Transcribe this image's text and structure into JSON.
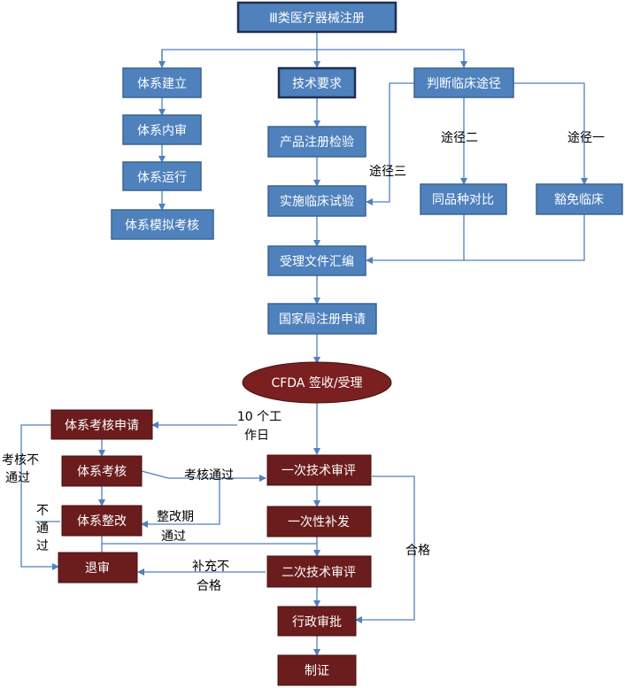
{
  "top": {
    "title": "Ⅲ类医疗器械注册"
  },
  "blue_boxes": {
    "system_build": "体系建立",
    "internal_audit": "体系内审",
    "system_run": "体系运行",
    "mock_assess": "体系模拟考核",
    "tech_req": "技术要求",
    "product_test": "产品注册检验",
    "clinical_trial": "实施临床试验",
    "judge_path": "判断临床途径",
    "same_compare": "同品种对比",
    "exempt": "豁免临床",
    "compile": "受理文件汇编",
    "apply": "国家局注册申请"
  },
  "path_labels": {
    "path3": "途径三",
    "path2": "途径二",
    "path1": "途径一"
  },
  "ellipse": {
    "accept": "CFDA 签收/受理"
  },
  "red_boxes": {
    "assess_apply": "体系考核申请",
    "assess": "体系考核",
    "rectify": "体系整改",
    "withdraw": "退审",
    "review1": "一次技术审评",
    "supplement": "一次性补发",
    "review2": "二次技术审评",
    "admin": "行政审批",
    "cert": "制证"
  },
  "annotations": {
    "workdays_line1": "10 个工",
    "workdays_line2": "作日",
    "assess_fail_line1": "考核不",
    "assess_fail_line2": "通过",
    "not_pass_1": "不",
    "not_pass_2": "通",
    "not_pass_3": "过",
    "assess_pass": "考核通过",
    "rectify_pass_line1": "整改期",
    "rectify_pass_line2": "通过",
    "supp_fail_line1": "补充不",
    "supp_fail_line2": "合格",
    "qualified": "合格"
  }
}
